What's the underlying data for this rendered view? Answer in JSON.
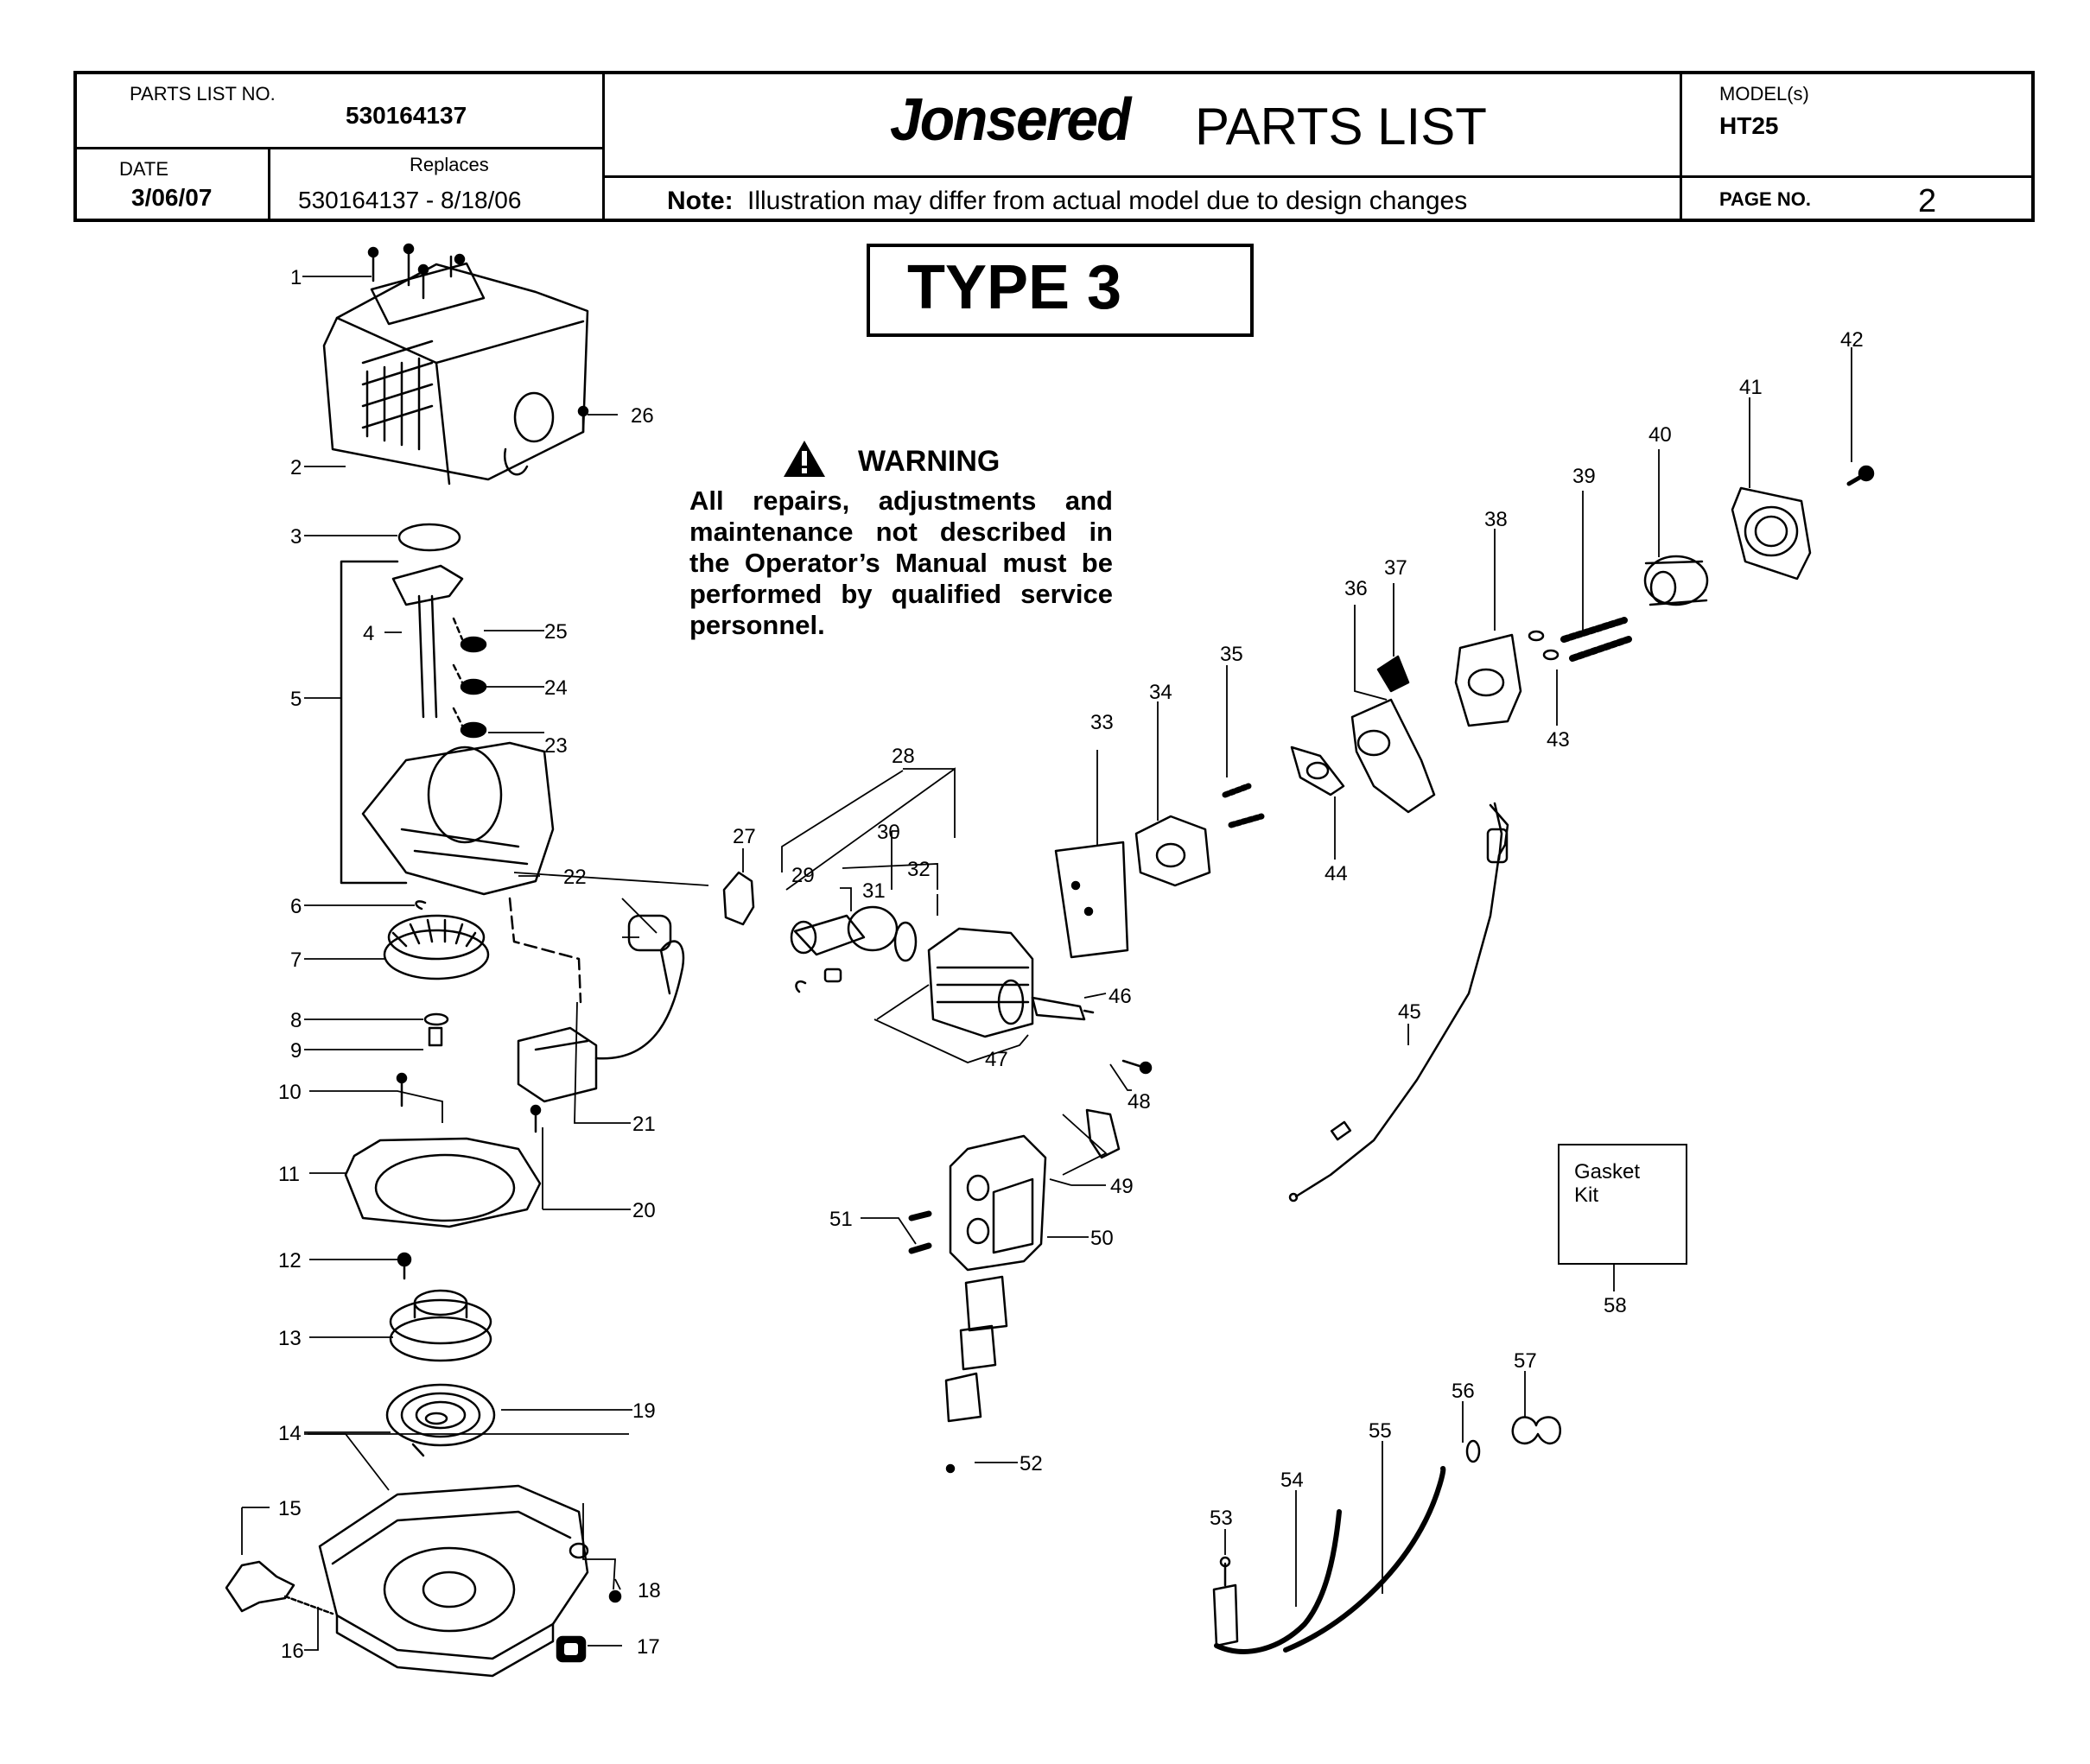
{
  "header": {
    "parts_list_no_label": "PARTS LIST NO.",
    "parts_list_no": "530164137",
    "date_label": "DATE",
    "date": "3/06/07",
    "replaces_label": "Replaces",
    "replaces": "530164137 - 8/18/06",
    "brand": "Jonsered",
    "title": "PARTS LIST",
    "note_label": "Note:",
    "note": "Illustration may differ from actual model due to design changes",
    "model_label": "MODEL(s)",
    "model": "HT25",
    "page_label": "PAGE   NO.",
    "page_no": "2"
  },
  "type_label": "TYPE 3",
  "warning": {
    "title": "WARNING",
    "text": "All repairs, adjustments and maintenance not described in the Operator’s Manual must be performed by qualified service personnel."
  },
  "gasket_kit": "Gasket\nKit",
  "callouts": [
    "1",
    "2",
    "3",
    "4",
    "5",
    "6",
    "7",
    "8",
    "9",
    "10",
    "11",
    "12",
    "13",
    "14",
    "15",
    "16",
    "17",
    "18",
    "19",
    "20",
    "21",
    "22",
    "23",
    "24",
    "25",
    "26",
    "27",
    "28",
    "29",
    "30",
    "31",
    "32",
    "33",
    "34",
    "35",
    "36",
    "37",
    "38",
    "39",
    "40",
    "41",
    "42",
    "43",
    "44",
    "45",
    "46",
    "47",
    "48",
    "49",
    "50",
    "51",
    "52",
    "53",
    "54",
    "55",
    "56",
    "57",
    "58"
  ]
}
